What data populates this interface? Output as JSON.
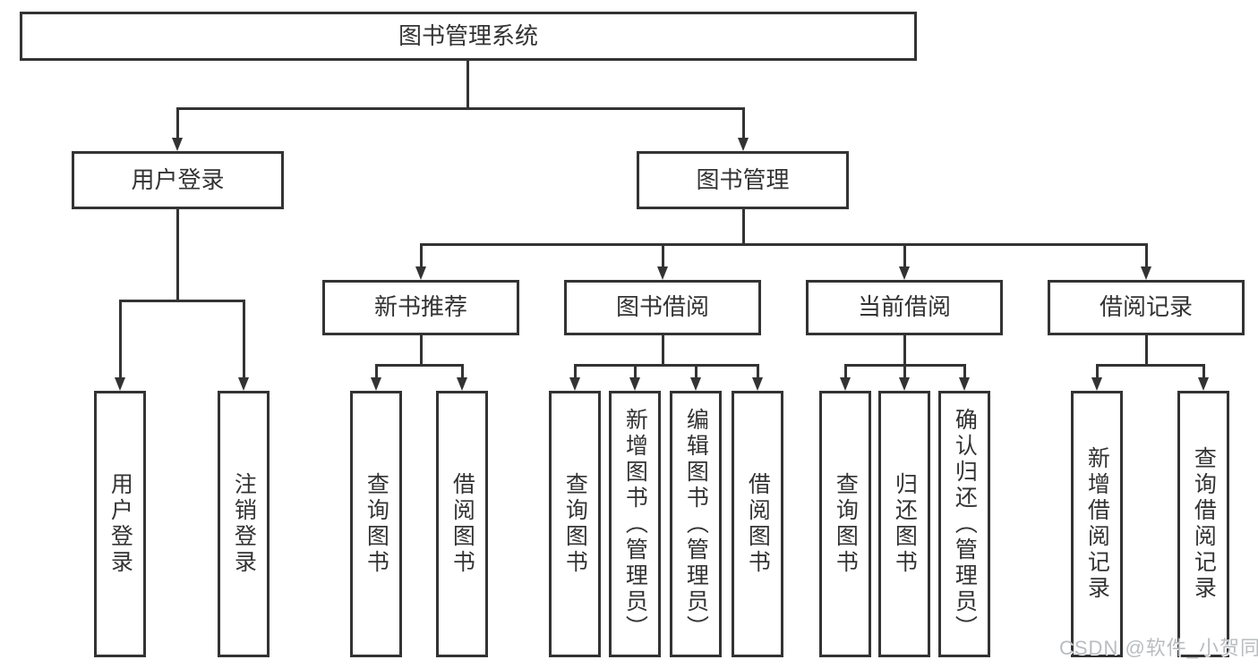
{
  "diagram_type": "hierarchy-diagram",
  "colors": {
    "line": "#333333",
    "text": "#333333",
    "box_background": "#ffffff",
    "page_background": "#ffffff",
    "watermark": "#b9bdc1"
  },
  "tree": {
    "label": "图书管理系统",
    "children": [
      {
        "label": "用户登录",
        "children": [
          {
            "label": "用户登录"
          },
          {
            "label": "注销登录"
          }
        ]
      },
      {
        "label": "图书管理",
        "children": [
          {
            "label": "新书推荐",
            "children": [
              {
                "label": "查询图书"
              },
              {
                "label": "借阅图书"
              }
            ]
          },
          {
            "label": "图书借阅",
            "children": [
              {
                "label": "查询图书"
              },
              {
                "label": "新增图书（管理员）"
              },
              {
                "label": "编辑图书（管理员）"
              },
              {
                "label": "借阅图书"
              }
            ]
          },
          {
            "label": "当前借阅",
            "children": [
              {
                "label": "查询图书"
              },
              {
                "label": "归还图书"
              },
              {
                "label": "确认归还（管理员）"
              }
            ]
          },
          {
            "label": "借阅记录",
            "children": [
              {
                "label": "新增借阅记录"
              },
              {
                "label": "查询借阅记录"
              }
            ]
          }
        ]
      }
    ]
  },
  "watermark": {
    "text": "CSDN @软件_小贺同学"
  }
}
